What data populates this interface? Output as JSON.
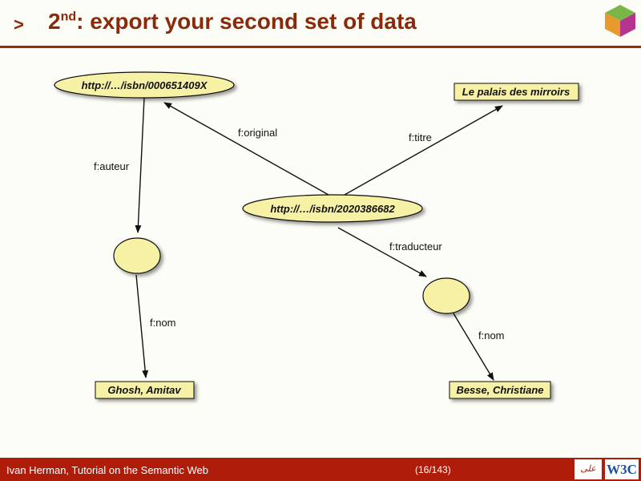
{
  "slide": {
    "bullet": ">",
    "title_ordinal": "2",
    "title_suffix": "nd",
    "title_rest": ": export your second set of data"
  },
  "diagram": {
    "nodes": {
      "book_original": "http://…/isbn/000651409X",
      "book_translation": "http://…/isbn/2020386682",
      "titre_value": "Le palais des mirroirs",
      "author_name": "Ghosh, Amitav",
      "translator_name": "Besse, Christiane"
    },
    "edges": {
      "original": "f:original",
      "titre": "f:titre",
      "auteur": "f:auteur",
      "traducteur": "f:traducteur",
      "nom_author": "f:nom",
      "nom_translator": "f:nom"
    }
  },
  "footer": {
    "left": "Ivan Herman, Tutorial on the Semantic Web",
    "page": "(16/143)",
    "w3c_logo": "W3C"
  },
  "colors": {
    "accent": "#8a2a0a",
    "footer_bg": "#b01c0a",
    "node_fill": "#f7f1a6"
  }
}
